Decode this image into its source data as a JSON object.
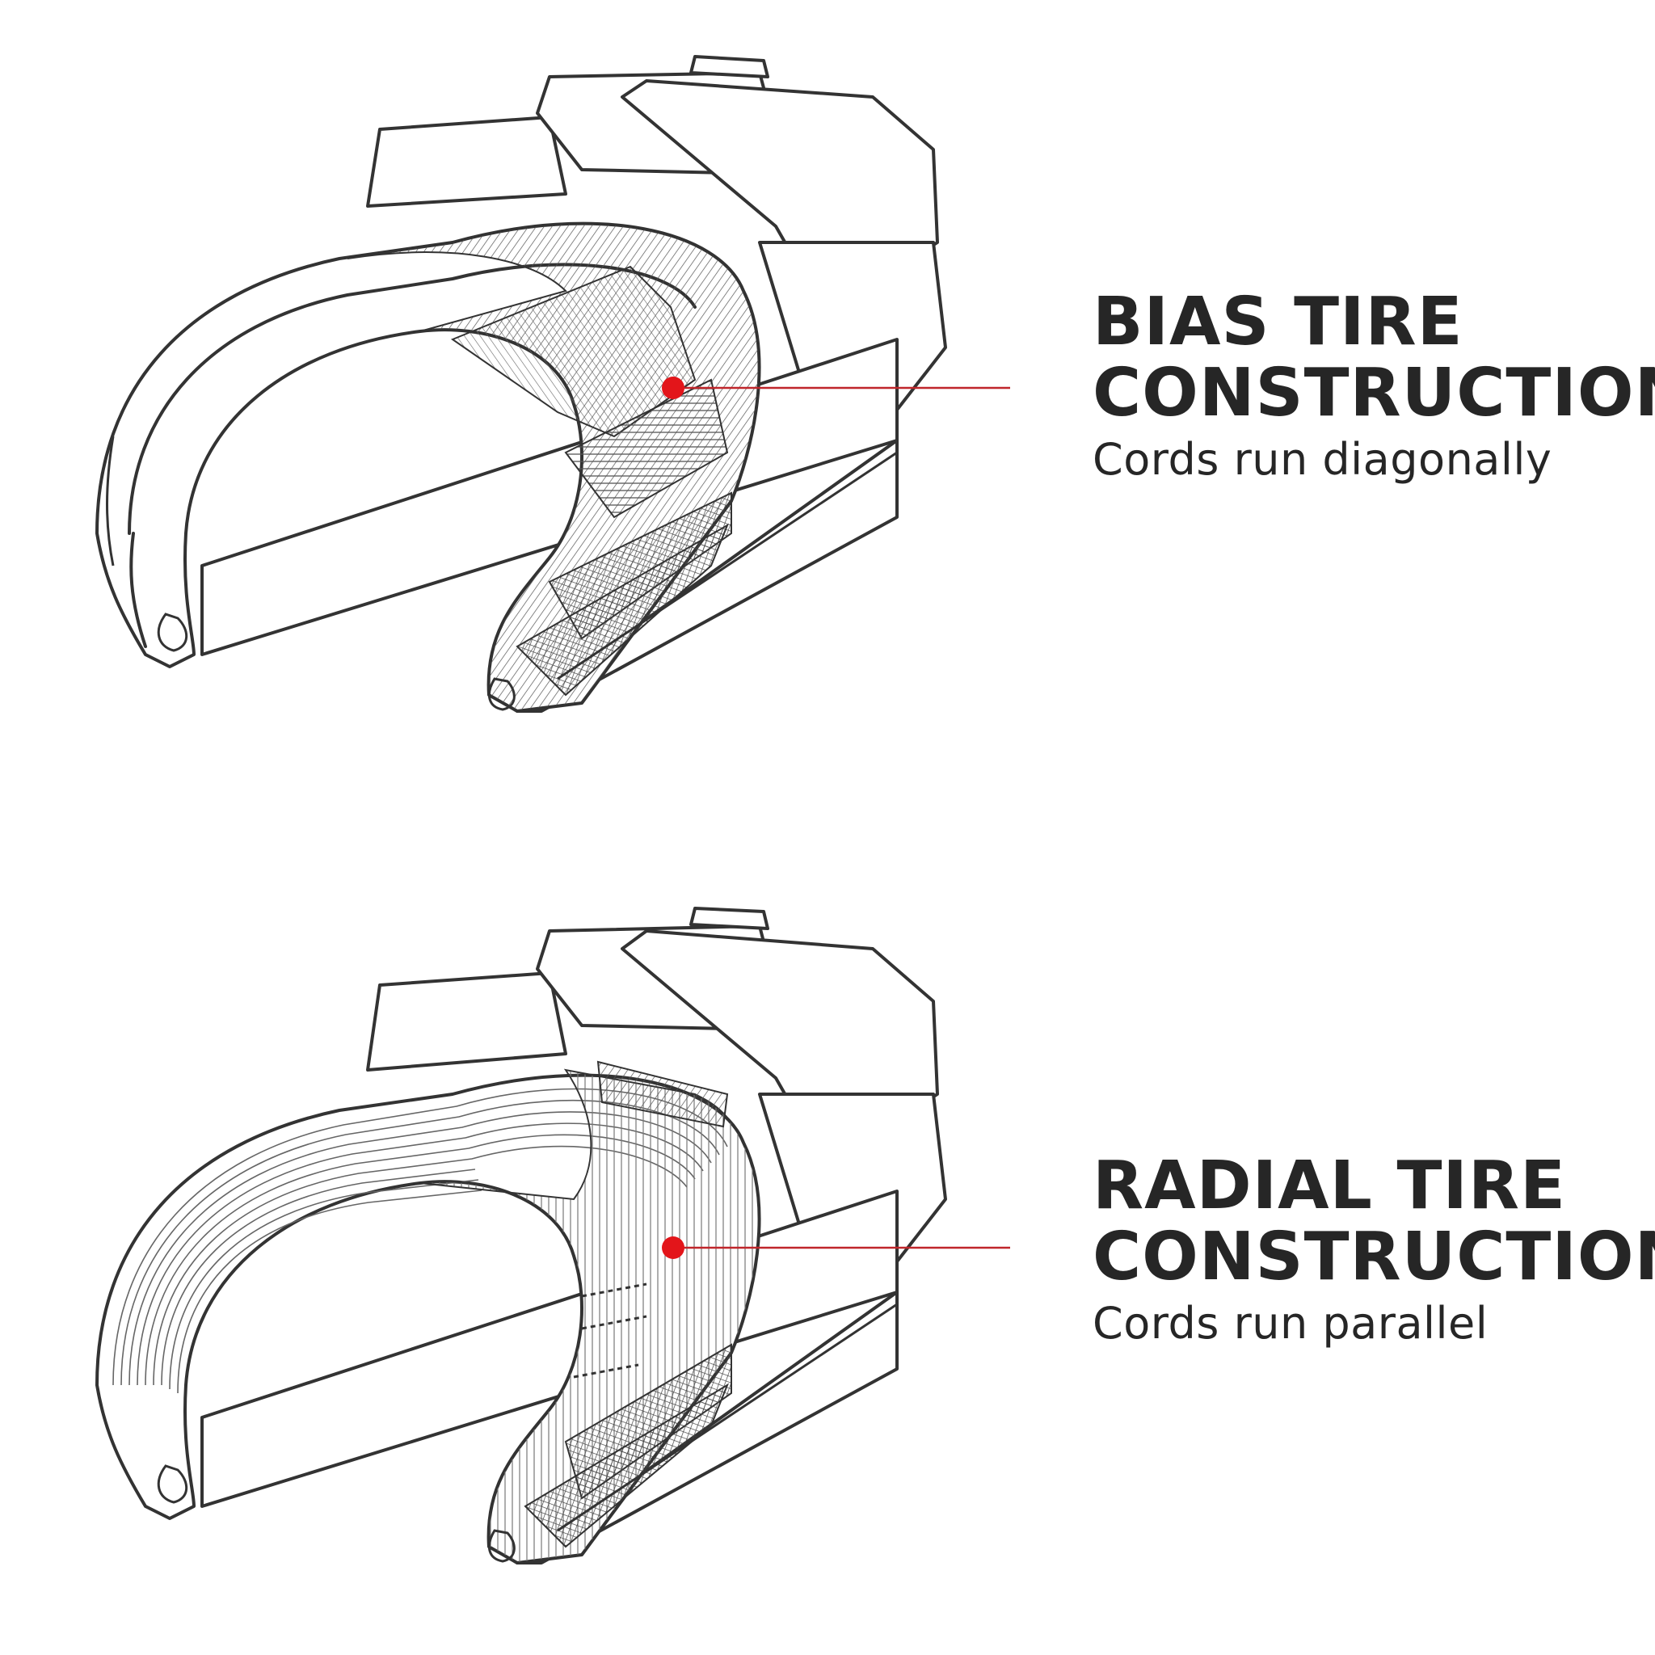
{
  "panels": [
    {
      "id": "bias",
      "title_line1": "BIAS TIRE",
      "title_line2": "CONSTRUCTION",
      "subtitle": "Cords run diagonally",
      "accent_color": "#e3151a"
    },
    {
      "id": "radial",
      "title_line1": "RADIAL TIRE",
      "title_line2": "CONSTRUCTION",
      "subtitle": "Cords run parallel",
      "accent_color": "#e3151a"
    }
  ],
  "colors": {
    "line": "#333333",
    "callout": "#c0262b",
    "dot": "#e3151a",
    "text": "#262626"
  },
  "icons": [
    "bias-tire-cutaway-illustration",
    "radial-tire-cutaway-illustration",
    "callout-dot-icon"
  ]
}
